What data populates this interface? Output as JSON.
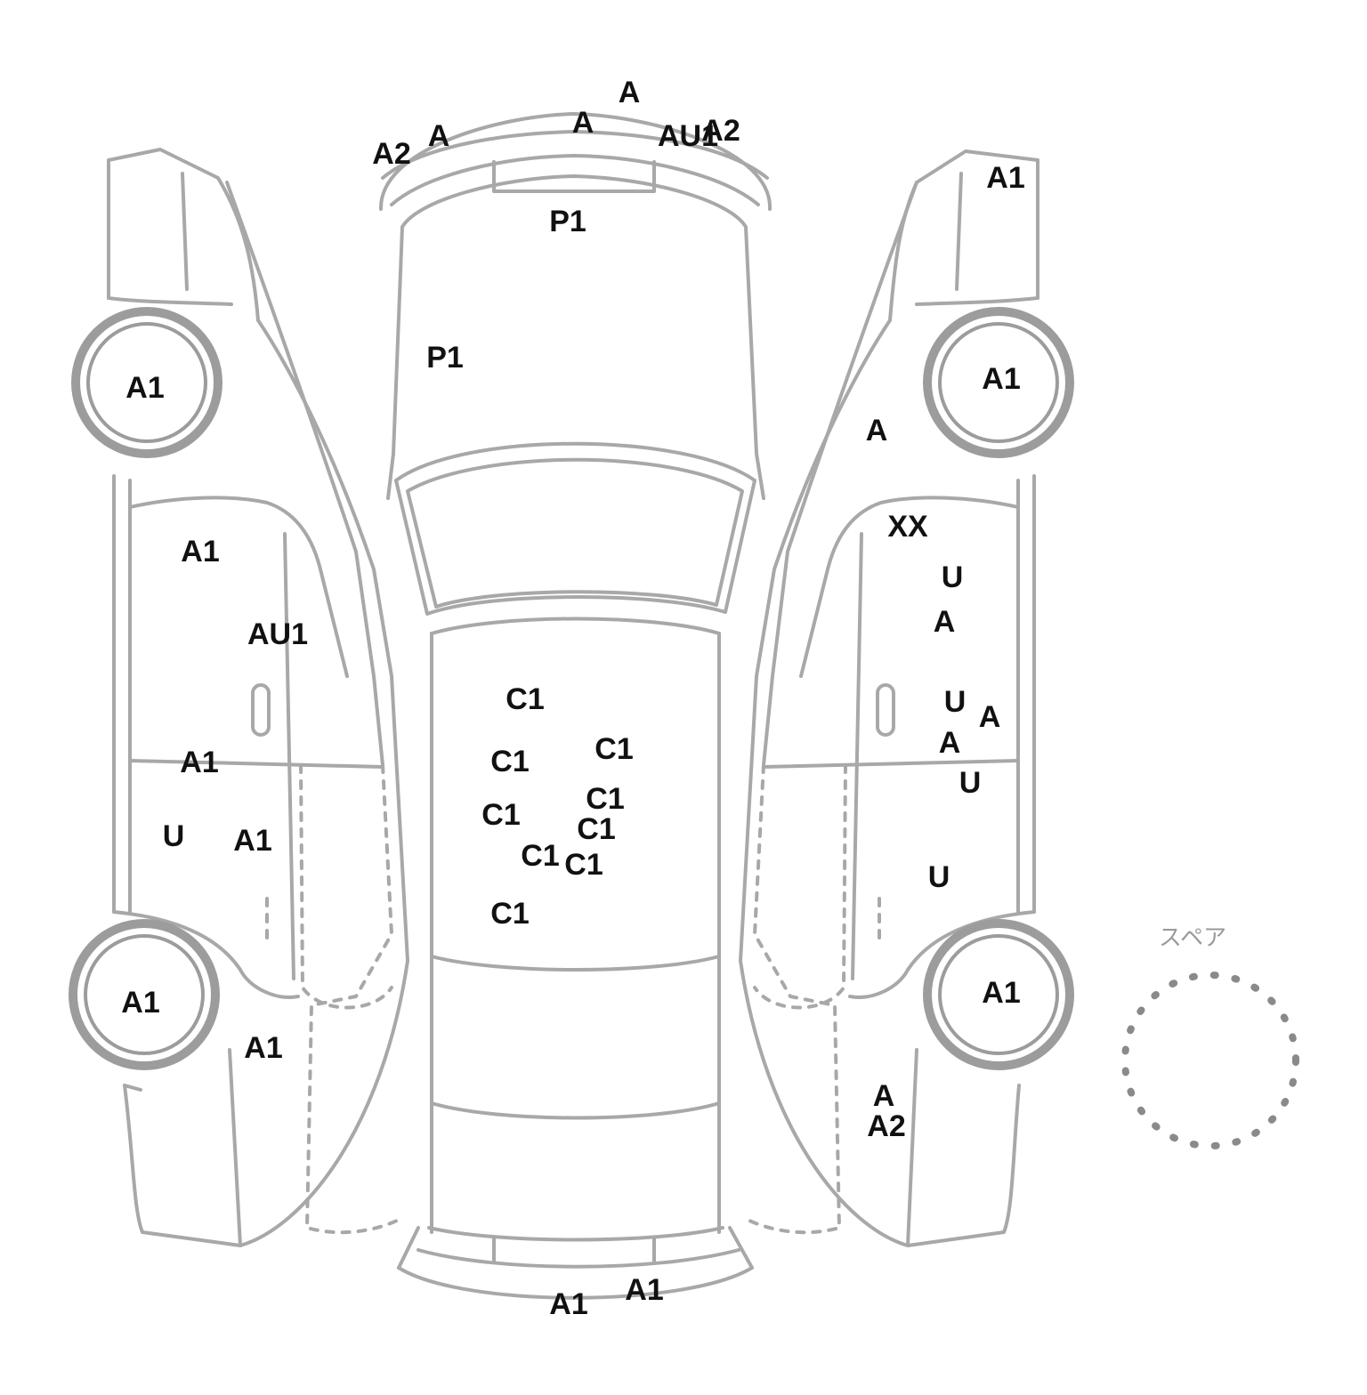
{
  "spare_label": "スペア",
  "colors": {
    "outline": "#a8a8a8",
    "wheel": "#9c9c9c",
    "text": "#111111"
  },
  "markers": [
    "A",
    "A",
    "A2",
    "A",
    "AU1",
    "A2",
    "P1",
    "P1",
    "A1",
    "A1",
    "AU1",
    "A1",
    "U",
    "A1",
    "A1",
    "A1",
    "A1",
    "A1",
    "A",
    "XX",
    "U",
    "A",
    "U",
    "A",
    "A",
    "U",
    "U",
    "A1",
    "A",
    "A2",
    "C1",
    "C1",
    "C1",
    "C1",
    "C1",
    "C1",
    "C1",
    "C1",
    "C1",
    "A1",
    "A1"
  ]
}
